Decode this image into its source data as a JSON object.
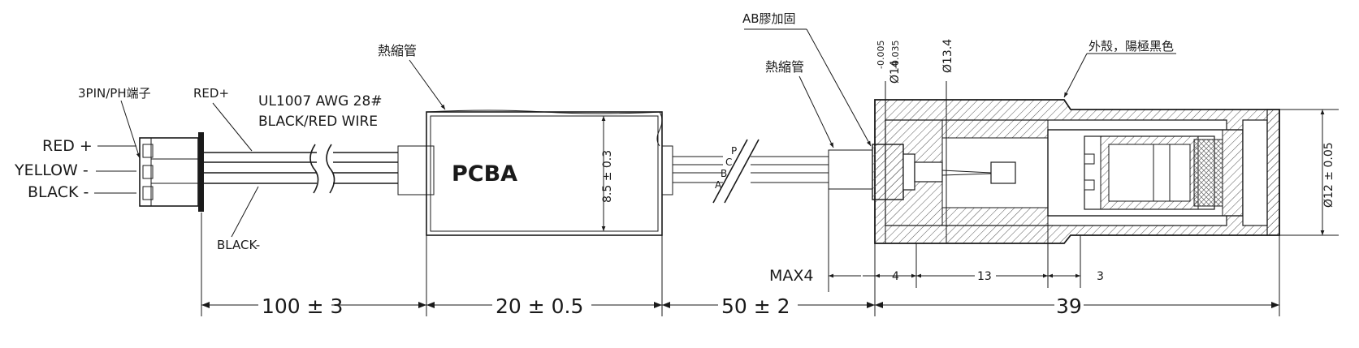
{
  "connector": {
    "title": "3PIN/PH端子",
    "pins": [
      "RED +",
      "YELLOW -",
      "BLACK -"
    ]
  },
  "wires": {
    "red": "RED+",
    "black": "BLACK-",
    "spec_line1": "UL1007  AWG  28#",
    "spec_line2": "BLACK/RED  WIRE"
  },
  "heat_shrink_1": "熱縮管",
  "heat_shrink_2": "熱縮管",
  "pcba": {
    "label": "PCBA",
    "height_dim": "8.5 ± 0.3"
  },
  "leads": [
    "P",
    "C",
    "B",
    "A"
  ],
  "glue": "AB膠加固",
  "housing_note": "外殼，陽極黑色",
  "diameters": {
    "d14": "Ø14",
    "d14_tol": "-0.005\n-0.035",
    "d14_tol_upper": "-0.005",
    "d14_tol_lower": "-0.035",
    "d13_4": "Ø13.4",
    "d12": "Ø12 ± 0.05"
  },
  "dimensions": {
    "wire_length": "100 ± 3",
    "pcba_length": "20 ± 0.5",
    "cable_length": "50 ± 2",
    "housing_length": "39",
    "max4": "MAX4",
    "d4": "4",
    "d13": "13",
    "d3": "3"
  }
}
